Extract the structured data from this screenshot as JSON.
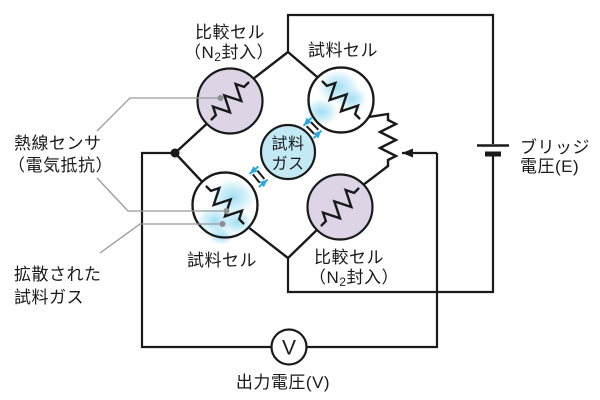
{
  "diagram_title": "thermal-conductivity-bridge-circuit",
  "colors": {
    "line": "#1a1a1a",
    "comparison_cell_fill": "#ddd4e6",
    "sample_gas_fill": "#c3e9f5",
    "diffused_gas_glow": "#9bdcf2",
    "leader_line": "#999999",
    "diffusion_arrow": "#2ba8dd",
    "background": "#ffffff"
  },
  "labels": {
    "comparison_cell": "比較セル",
    "n2_open": "（N",
    "n2_sub": "2",
    "n2_close": "封入）",
    "sample_cell": "試料セル",
    "gas_line1": "試料",
    "gas_line2": "ガス",
    "sensor_line1": "熱線センサ",
    "sensor_line2": "（電気抵抗）",
    "diffused_line1": "拡散された",
    "diffused_line2": "試料ガス",
    "bridge_line1": "ブリッジ",
    "bridge_line2": "電圧(E)",
    "output": "出力電圧(V)",
    "meter": "V"
  }
}
